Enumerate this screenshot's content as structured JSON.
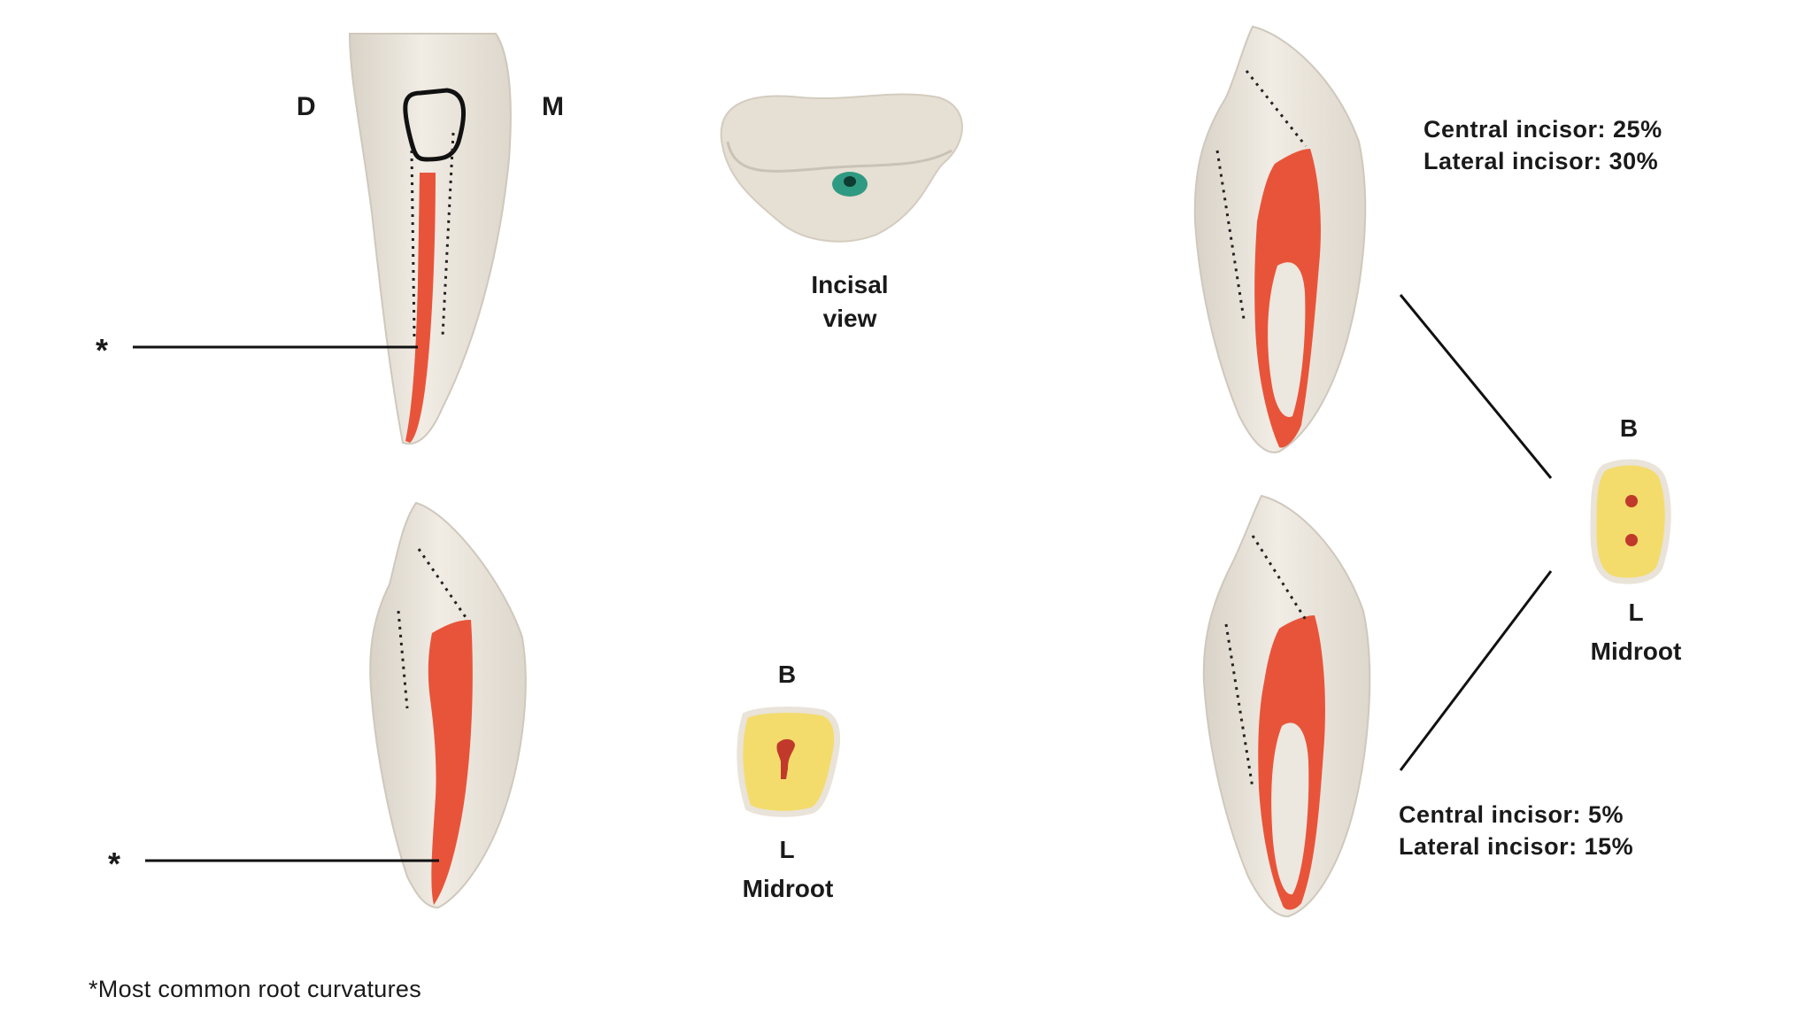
{
  "labels": {
    "distal": "D",
    "mesial": "M",
    "incisal_view_line1": "Incisal",
    "incisal_view_line2": "view",
    "asterisk": "*",
    "buccal": "B",
    "lingual": "L",
    "midroot": "Midroot"
  },
  "stats_top": {
    "line1": "Central incisor: 25%",
    "line2": "Lateral incisor: 30%"
  },
  "stats_bottom": {
    "line1": "Central incisor:  5%",
    "line2": "Lateral incisor: 15%"
  },
  "footnote": "*Most common root curvatures",
  "colors": {
    "tooth": "#ece7df",
    "tooth_shadow": "#d6d0c5",
    "pulp": "#e8543a",
    "dentin_section": "#f3dc6b",
    "section_outline": "#e9e3d9",
    "canal_orifice": "#2f9a82"
  }
}
